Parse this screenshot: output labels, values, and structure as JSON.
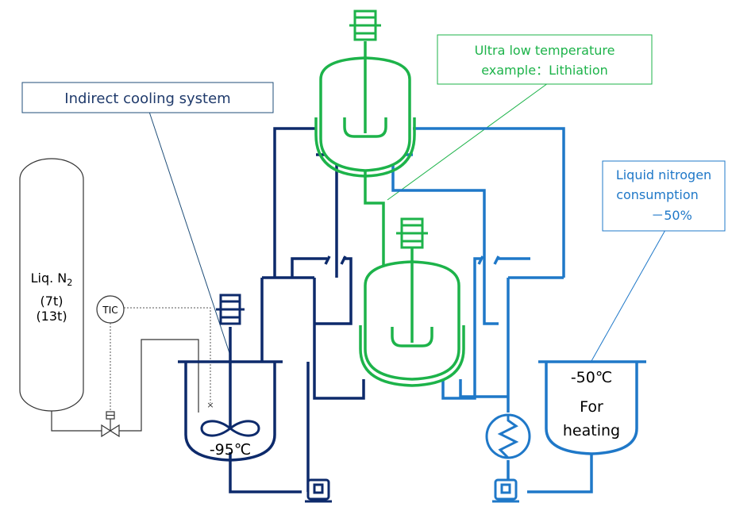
{
  "colors": {
    "navy": "#0d2a6b",
    "blue": "#1f78c8",
    "green": "#1db34a",
    "callout_border": "#1f4e79",
    "callout_green": "#1db34a"
  },
  "callouts": {
    "indirect": "Indirect cooling system",
    "ultra_line1": "Ultra low temperature",
    "ultra_line2": "example：Lithiation",
    "ln2_line1": "Liquid nitrogen",
    "ln2_line2": "consumption",
    "ln2_line3": "－50%"
  },
  "ln2_tank": {
    "label_main": "Liq. N",
    "label_sub": "2",
    "cap1": "(7t)",
    "cap2": "(13t)"
  },
  "controller": {
    "label": "TIC"
  },
  "cold_vessel": {
    "temp": "-95℃"
  },
  "heat_vessel": {
    "temp": "-50℃",
    "line1": "For",
    "line2": "heating"
  },
  "icons": [
    "agitator-motor-icon",
    "pump-icon",
    "control-valve-icon",
    "heat-exchanger-coil-icon",
    "impeller-icon"
  ]
}
